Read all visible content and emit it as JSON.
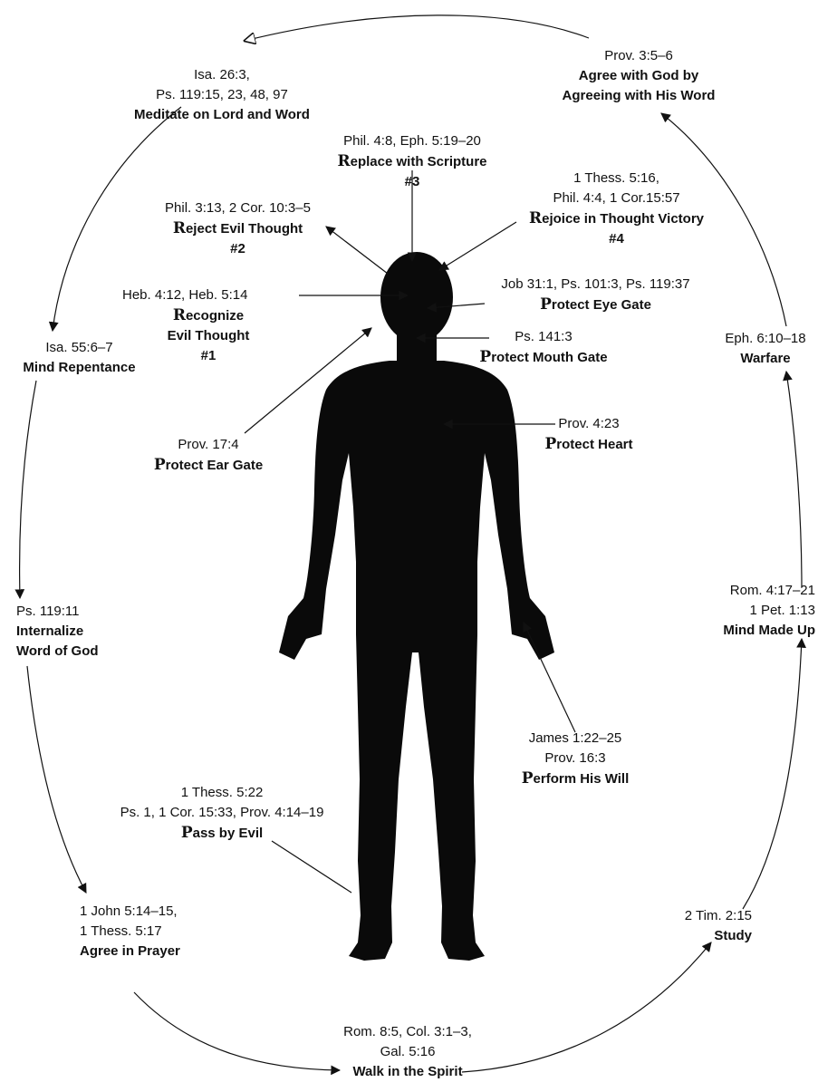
{
  "nodes": {
    "meditate": {
      "refs": [
        "Isa. 26:3,",
        "Ps. 119:15, 23, 48, 97"
      ],
      "title": "Meditate on Lord and Word"
    },
    "agree_word": {
      "refs": [
        "Prov. 3:5–6"
      ],
      "title_lines": [
        "Agree with God by",
        "Agreeing with His Word"
      ]
    },
    "replace": {
      "refs": [
        "Phil. 4:8, Eph. 5:19–20"
      ],
      "cap": "R",
      "rest": "eplace with Scripture",
      "num": "#3"
    },
    "reject": {
      "refs": [
        "Phil. 3:13, 2 Cor. 10:3–5"
      ],
      "cap": "R",
      "rest": "eject Evil Thought",
      "num": "#2"
    },
    "rejoice": {
      "refs": [
        "1 Thess. 5:16,",
        "Phil. 4:4, 1 Cor.15:57"
      ],
      "cap": "R",
      "rest": "ejoice in Thought Victory",
      "num": "#4"
    },
    "recognize": {
      "refs": [
        "Heb. 4:12, Heb. 5:14"
      ],
      "cap": "R",
      "rest_lines": [
        "ecognize",
        "Evil Thought"
      ],
      "num": "#1"
    },
    "eye": {
      "refs": [
        "Job 31:1, Ps. 101:3, Ps. 119:37"
      ],
      "cap": "P",
      "rest": "rotect Eye Gate"
    },
    "mouth": {
      "refs": [
        "Ps. 141:3"
      ],
      "cap": "P",
      "rest": "rotect Mouth Gate"
    },
    "repentance": {
      "refs": [
        "Isa. 55:6–7"
      ],
      "title": "Mind Repentance"
    },
    "warfare": {
      "refs": [
        "Eph. 6:10–18"
      ],
      "title": "Warfare"
    },
    "ear": {
      "refs": [
        "Prov. 17:4"
      ],
      "cap": "P",
      "rest": "rotect Ear Gate"
    },
    "heart": {
      "refs": [
        "Prov. 4:23"
      ],
      "cap": "P",
      "rest": "rotect Heart"
    },
    "internalize": {
      "refs": [
        "Ps. 119:11"
      ],
      "title_lines": [
        "Internalize",
        "Word of God"
      ]
    },
    "mind_made_up": {
      "refs": [
        "Rom. 4:17–21",
        "1 Pet. 1:13"
      ],
      "title": "Mind Made Up"
    },
    "perform": {
      "refs": [
        "James 1:22–25",
        "Prov. 16:3"
      ],
      "cap": "P",
      "rest": "erform His Will"
    },
    "pass": {
      "refs": [
        "1 Thess. 5:22",
        "Ps. 1, 1 Cor. 15:33, Prov. 4:14–19"
      ],
      "cap": "P",
      "rest": "ass by Evil"
    },
    "prayer": {
      "refs": [
        "1 John 5:14–15,",
        "1 Thess. 5:17"
      ],
      "title": "Agree in Prayer"
    },
    "study": {
      "refs": [
        "2 Tim. 2:15"
      ],
      "title": "Study"
    },
    "walk": {
      "refs": [
        "Rom. 8:5, Col. 3:1–3,",
        "Gal. 5:16"
      ],
      "title": "Walk in the Spirit"
    }
  },
  "colors": {
    "ink": "#111111",
    "figure": "#0a0a0a",
    "background": "#ffffff"
  }
}
